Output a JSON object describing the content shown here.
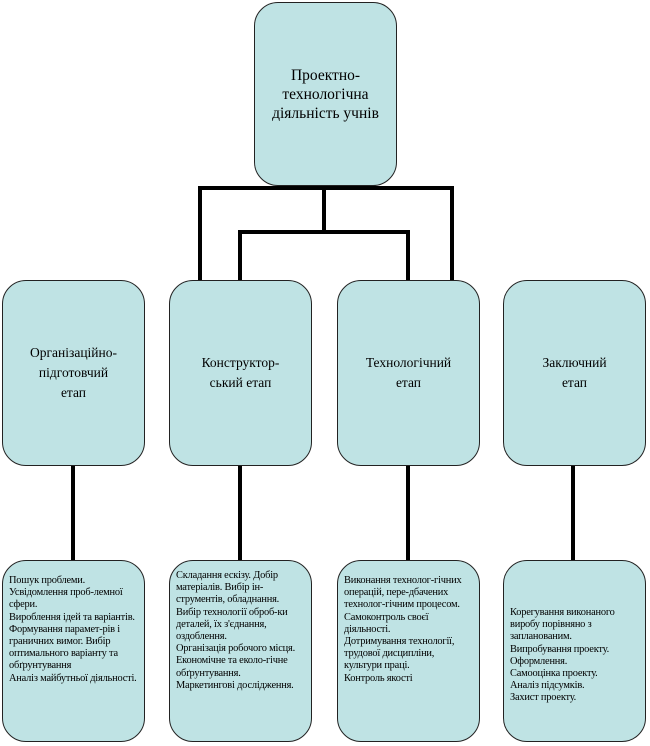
{
  "root": {
    "lines": [
      "Проектно-",
      "технологічна",
      "діяльність учнів"
    ]
  },
  "stages": [
    {
      "title_lines": [
        "Організаційно-",
        "підготовчий",
        "етап"
      ],
      "details": [
        "Пошук  проблеми. Усвідомлення проб-лемної сфери.",
        "Вироблення ідей та варіантів.",
        "Формування парамет-рів і граничних вимог. Вибір оптимального варіанту та обґрунтування",
        "Аналіз майбутньої діяльності."
      ]
    },
    {
      "title_lines": [
        "Конструктор-",
        "ський етап"
      ],
      "details": [
        "Складання ескізу. Добір матеріалів.  Вибір ін-струментів, обладнання. Вибір технології оброб-ки деталей, їх з'єднання, оздоблення.",
        "Організація  робочого місця.",
        "Економічне та еколо-гічне обґрунтування.",
        "Маркетингові дослідження."
      ]
    },
    {
      "title_lines": [
        "Технологічний",
        "етап"
      ],
      "details": [
        "Виконання технолог-гічних операцій, пере-дбачених технолог-гічним процесом.",
        "Самоконтроль своєї діяльності.",
        "Дотримування технології, трудової дисципліни, культури праці.",
        "Контроль якості"
      ]
    },
    {
      "title_lines": [
        "Заключний",
        "етап"
      ],
      "details": [
        "Корегування виконаного виробу порівняно з запланованим.",
        "Випробування проекту.",
        "Оформлення.",
        "Самооцінка проекту.",
        "Аналіз підсумків.",
        "Захист проекту."
      ]
    }
  ]
}
